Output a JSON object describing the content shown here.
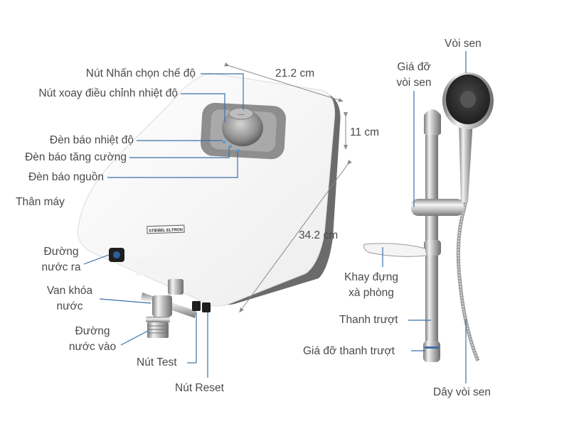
{
  "labels": {
    "mode_button": "Nút Nhấn chọn chế độ",
    "temp_knob": "Nút xoay điều chỉnh nhiệt độ",
    "temp_indicator": "Đèn báo nhiệt độ",
    "boost_indicator": "Đèn báo tăng cường",
    "power_indicator": "Đèn báo nguồn",
    "body": "Thân máy",
    "water_out_1": "Đường",
    "water_out_2": "nước ra",
    "valve_1": "Van khóa",
    "valve_2": "nước",
    "water_in_1": "Đường",
    "water_in_2": "nước vào",
    "test_button": "Nút Test",
    "reset_button": "Nút Reset",
    "width_dim": "21.2 cm",
    "depth_dim": "11 cm",
    "height_dim": "34.2 cm",
    "shower_head": "Vòi sen",
    "head_holder_1": "Giá đỡ",
    "head_holder_2": "vòi sen",
    "soap_tray_1": "Khay đựng",
    "soap_tray_2": "xà phòng",
    "slide_bar": "Thanh trượt",
    "bar_bracket": "Giá đỡ thanh trượt",
    "hose": "Dây vòi sen"
  },
  "brand_text": "STIEBEL ELTRON",
  "colors": {
    "label_text": "#4a4a4a",
    "leader_line": "#3c6fa8",
    "dimension_line": "#8a8a8a",
    "heater_body": "#ffffff",
    "heater_side": "#6b6b6b",
    "panel": "#8c8c8c",
    "chrome": "#c9c9c9"
  }
}
